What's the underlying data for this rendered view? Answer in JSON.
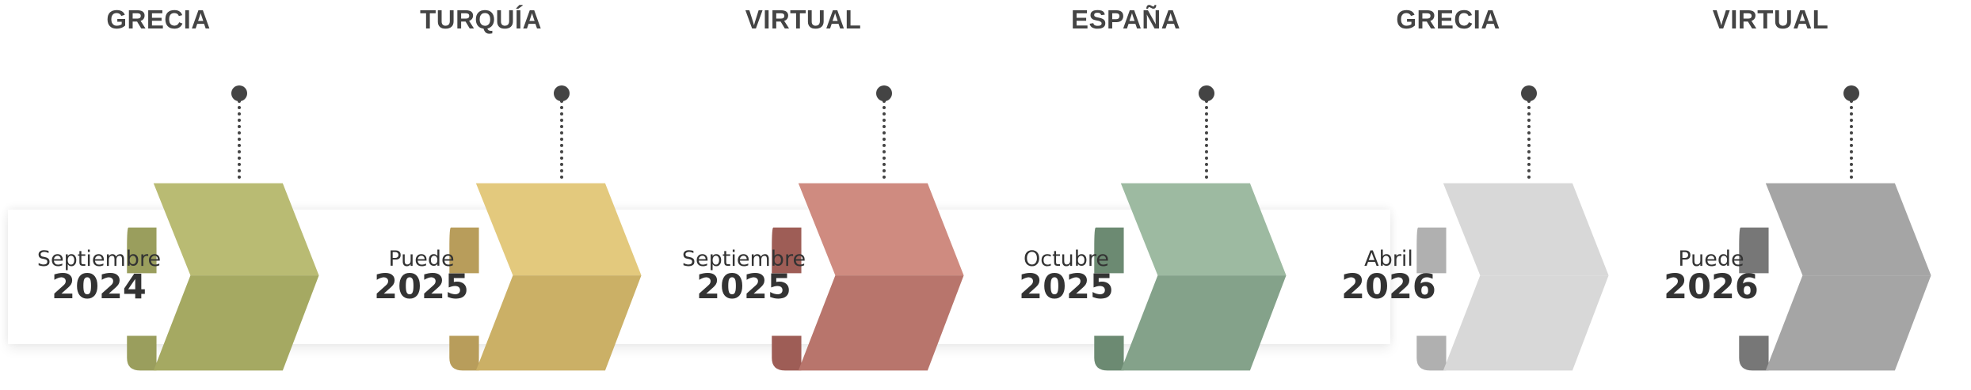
{
  "timeline": {
    "items": [
      {
        "location": "GRECIA",
        "month": "Septiembre",
        "year": "2024",
        "colors": {
          "top": "#b9bb73",
          "bottom": "#a5a962",
          "tab": "#9a9e5d"
        }
      },
      {
        "location": "TURQUÍA",
        "month": "Puede",
        "year": "2025",
        "colors": {
          "top": "#e3c97d",
          "bottom": "#cbb066",
          "tab": "#b89d5b"
        }
      },
      {
        "location": "VIRTUAL",
        "month": "Septiembre",
        "year": "2025",
        "colors": {
          "top": "#cf8b80",
          "bottom": "#b8756c",
          "tab": "#9e5d56"
        }
      },
      {
        "location": "ESPAÑA",
        "month": "Octubre",
        "year": "2025",
        "colors": {
          "top": "#9dbaa1",
          "bottom": "#84a28a",
          "tab": "#6c8a72"
        }
      },
      {
        "location": "GRECIA",
        "month": "Abril",
        "year": "2026",
        "colors": {
          "top": "#d8d8d8",
          "bottom": "#d8d8d8",
          "tab": "#b0b0b0"
        }
      },
      {
        "location": "VIRTUAL",
        "month": "Puede",
        "year": "2026",
        "colors": {
          "top": "#a5a5a5",
          "bottom": "#a5a5a5",
          "tab": "#777777"
        }
      }
    ]
  }
}
